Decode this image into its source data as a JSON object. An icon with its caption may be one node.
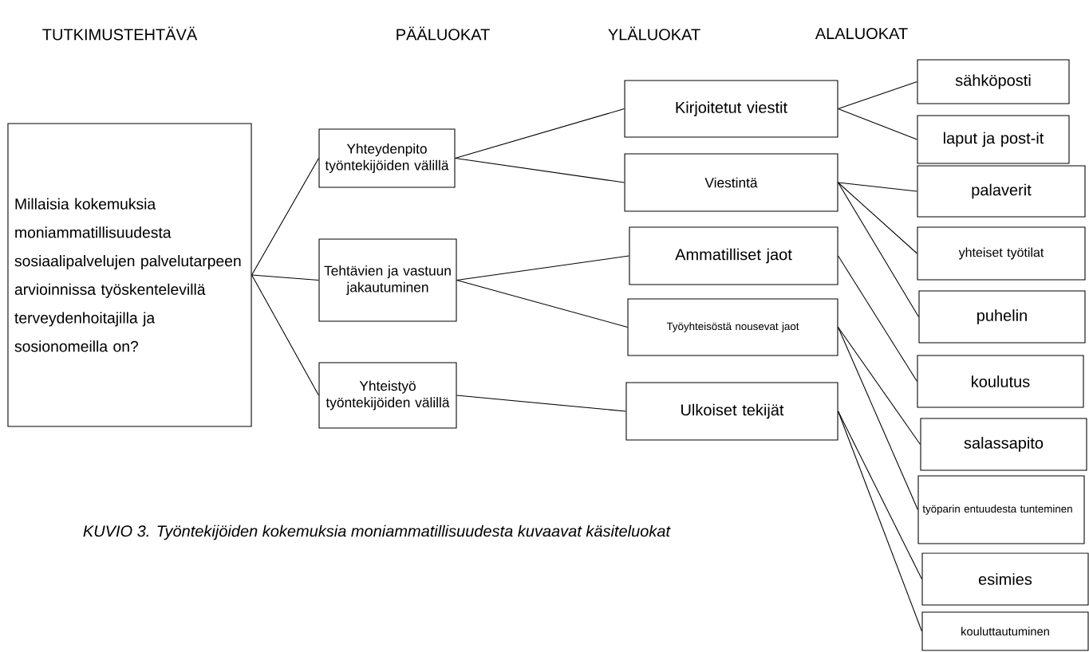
{
  "diagram": {
    "caption": "KUVIO 3. Työntekijöiden kokemuksia moniammatillisuudesta kuvaavat käsiteluokat",
    "nodes": [
      {
        "text": [
          "Millaisia kokemuksia moniammatillisuudesta sosiaalipalvelujen palvelutarpeen arvioinnissa työskentelevillä terveydenhoitajilla ja sosionomeilla on?"
        ]
      },
      {
        "text": [
          "Yhteydenpito työntekijöiden välillä"
        ]
      },
      {
        "text": [
          "Tehtävien ja vastuun jakautuminen"
        ]
      },
      {
        "text": [
          "Yhteistyö työntekijöiden välillä"
        ]
      },
      {
        "text": [
          "Kirjoitetut viestit"
        ]
      },
      {
        "text": [
          "Viestintä"
        ]
      },
      {
        "text": [
          "Ammatilliset jaot"
        ]
      },
      {
        "text": [
          "Työyhteisöstä nousevat jaot"
        ]
      },
      {
        "text": [
          "Ulkoiset tekijät"
        ]
      },
      {
        "text": [
          "sähköposti"
        ]
      },
      {
        "text": [
          "laput ja post-it"
        ]
      },
      {
        "text": [
          "palaverit"
        ]
      },
      {
        "text": [
          "yhteiset työtilat"
        ]
      },
      {
        "text": [
          "puhelin"
        ]
      },
      {
        "text": [
          "koulutus"
        ]
      },
      {
        "text": [
          "salassapito"
        ]
      },
      {
        "text": [
          "työparin entuudesta tunteminen"
        ]
      },
      {
        "text": [
          "esimies"
        ]
      },
      {
        "text": [
          "kouluttautuminen"
        ]
      }
    ],
    "edges": [
      {
        "from": 0,
        "to": 1,
        "arrow": "none"
      },
      {
        "from": 0,
        "to": 2,
        "arrow": "none"
      },
      {
        "from": 0,
        "to": 3,
        "arrow": "none"
      },
      {
        "from": 1,
        "to": 4,
        "arrow": "none"
      },
      {
        "from": 1,
        "to": 5,
        "arrow": "none"
      },
      {
        "from": 2,
        "to": 6,
        "arrow": "none"
      },
      {
        "from": 2,
        "to": 7,
        "arrow": "none"
      },
      {
        "from": 3,
        "to": 8,
        "arrow": "none"
      },
      {
        "from": 4,
        "to": 9,
        "arrow": "none"
      },
      {
        "from": 4,
        "to": 10,
        "arrow": "none"
      },
      {
        "from": 5,
        "to": 11,
        "arrow": "none"
      },
      {
        "from": 5,
        "to": 12,
        "arrow": "none"
      },
      {
        "from": 5,
        "to": 13,
        "arrow": "none"
      },
      {
        "from": 6,
        "to": 14,
        "arrow": "none"
      },
      {
        "from": 7,
        "to": 15,
        "arrow": "none"
      },
      {
        "from": 7,
        "to": 16,
        "arrow": "none"
      },
      {
        "from": 8,
        "to": 17,
        "arrow": "none"
      },
      {
        "from": 8,
        "to": 18,
        "arrow": "none"
      }
    ],
    "labels": [
      "TUTKIMUSTEHTÄVÄ",
      "PÄÄLUOKAT",
      "YLÄLUOKAT",
      "ALALUOKAT"
    ]
  }
}
